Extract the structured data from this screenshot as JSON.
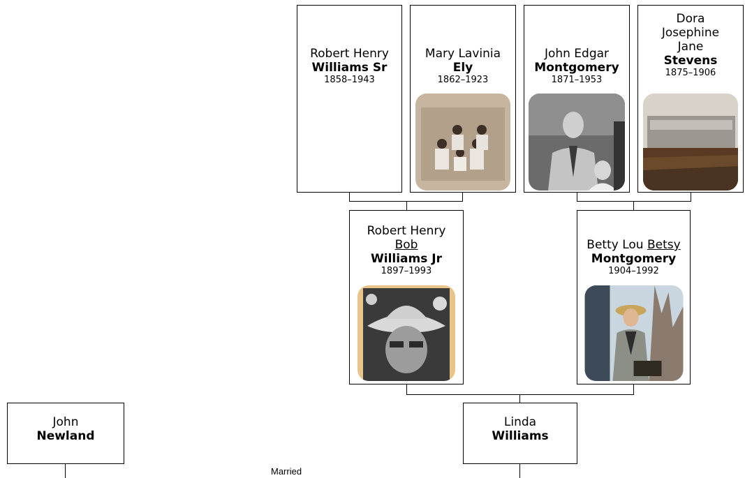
{
  "people": {
    "rhw_sr": {
      "given": "Robert Henry",
      "surname": "Williams Sr",
      "years": "1858–1943"
    },
    "mle": {
      "given": "Mary Lavinia",
      "surname": "Ely",
      "years": "1862–1923"
    },
    "jem": {
      "given": "John Edgar",
      "surname": "Montgomery",
      "years": "1871–1953"
    },
    "djjs": {
      "given_1": "Dora",
      "given_2": "Josephine",
      "given_3": "Jane",
      "surname": "Stevens",
      "years": "1875–1906"
    },
    "rhw_jr": {
      "given": "Robert Henry",
      "nickname": "Bob",
      "surname": "Williams Jr",
      "years": "1897–1993"
    },
    "blm": {
      "given": "Betty Lou",
      "nickname": "Betsy",
      "surname": "Montgomery",
      "years": "1904–1992"
    },
    "jn": {
      "given": "John",
      "surname": "Newland"
    },
    "lw": {
      "given": "Linda",
      "surname": "Williams"
    }
  },
  "marriage_label": "Married"
}
